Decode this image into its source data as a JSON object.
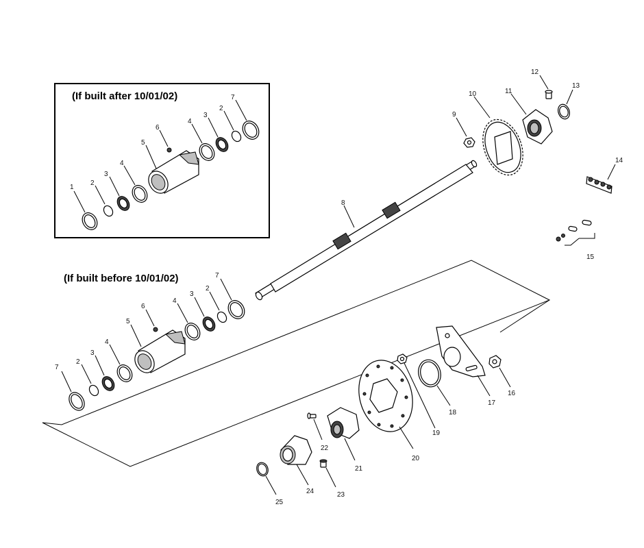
{
  "inset_title": "(If built after 10/01/02)",
  "main_title": "(If built before 10/01/02)",
  "callouts": {
    "n1": "1",
    "n2": "2",
    "n3": "3",
    "n4": "4",
    "n5": "5",
    "n6": "6",
    "n7": "7",
    "n8": "8",
    "n9": "9",
    "n10": "10",
    "n11": "11",
    "n12": "12",
    "n13": "13",
    "n14": "14",
    "n15": "15",
    "n16": "16",
    "n17": "17",
    "n18": "18",
    "n19": "19",
    "n20": "20",
    "n21": "21",
    "n22": "22",
    "n23": "23",
    "n24": "24",
    "n25": "25"
  }
}
